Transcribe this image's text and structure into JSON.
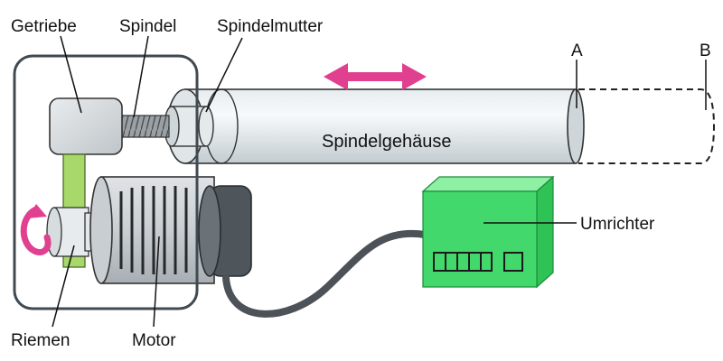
{
  "labels": {
    "getriebe": "Getriebe",
    "spindel": "Spindel",
    "spindelmutter": "Spindelmutter",
    "spindelgehaeuse": "Spindelgehäuse",
    "point_a": "A",
    "point_b": "B",
    "umrichter": "Umrichter",
    "riemen": "Riemen",
    "motor": "Motor"
  },
  "colors": {
    "arrow": "#e0408f",
    "belt": "#a8d86a",
    "inverter": "#43d86b",
    "frame": "#404a52",
    "cable": "#4c5258"
  }
}
